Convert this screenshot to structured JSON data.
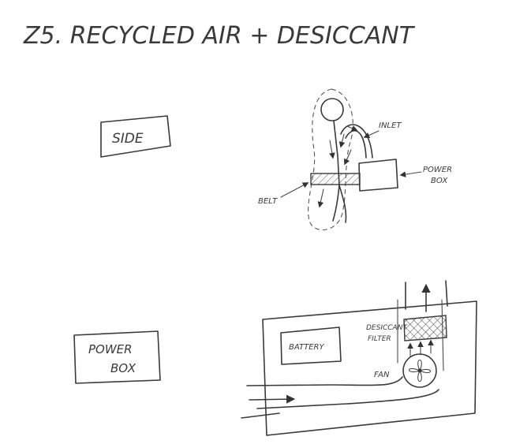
{
  "title": "Z5. RECYCLED AIR + DESICCANT",
  "side_view": {
    "label": "SIDE",
    "inlet_label": "INLET",
    "power_box_label_line1": "POWER",
    "power_box_label_line2": "BOX",
    "belt_label": "BELT"
  },
  "power_box_view": {
    "label_line1": "POWER",
    "label_line2": "BOX",
    "battery_label": "BATTERY",
    "filter_label_line1": "DESICCANT",
    "filter_label_line2": "FILTER",
    "fan_label": "FAN"
  }
}
